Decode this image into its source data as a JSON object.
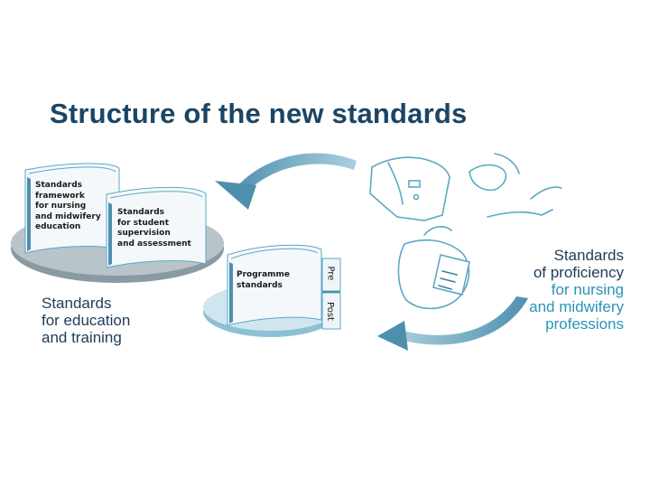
{
  "title": "Structure of the new standards",
  "education_group": {
    "caption": [
      "Standards",
      "for education",
      "and training"
    ],
    "book_framework": [
      "Standards",
      "framework",
      "for nursing",
      "and midwifery",
      "education"
    ],
    "book_supervision": [
      "Standards",
      "for student",
      "supervision",
      "and assessment"
    ],
    "book_programme": [
      "Programme",
      "standards"
    ],
    "tab_pre": "Pre",
    "tab_post": "Post"
  },
  "proficiency_group": {
    "caption_dark": [
      "Standards",
      "of proficiency"
    ],
    "caption_teal": [
      "for nursing",
      "and midwifery",
      "professions"
    ]
  },
  "colors": {
    "title": "#1b4565",
    "dark_text": "#1e3b57",
    "teal_text": "#2a93b6",
    "arrow": "#6fa8c0",
    "platform_dark": "#8a9aa3",
    "platform_teal": "#bfdde7",
    "line_art": "#5aa8c4"
  }
}
